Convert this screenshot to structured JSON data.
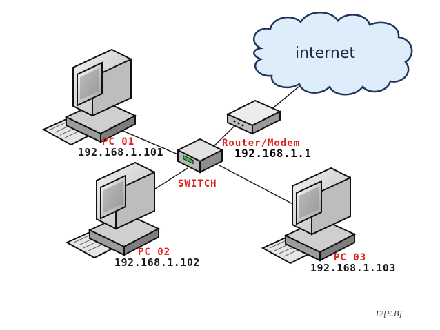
{
  "cloud_label": "internet",
  "router": {
    "name": "Router/Modem",
    "ip": "192.168.1.1"
  },
  "switch": {
    "name": "SWITCH"
  },
  "pcs": [
    {
      "name": "PC 01",
      "ip": "192.168.1.101"
    },
    {
      "name": "PC 02",
      "ip": "192.168.1.102"
    },
    {
      "name": "PC 03",
      "ip": "192.168.1.103"
    }
  ],
  "footer": "12[E.B]"
}
